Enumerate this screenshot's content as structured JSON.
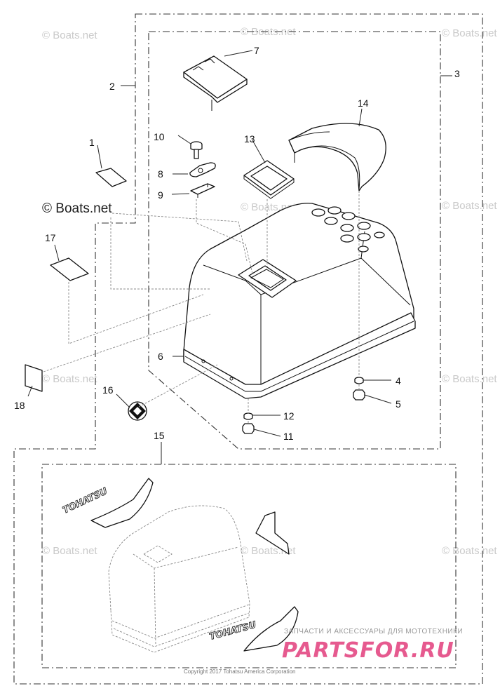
{
  "callouts": {
    "c1": "1",
    "c2": "2",
    "c3": "3",
    "c4": "4",
    "c5": "5",
    "c6": "6",
    "c7": "7",
    "c8": "8",
    "c9": "9",
    "c10": "10",
    "c11": "11",
    "c12": "12",
    "c13": "13",
    "c14": "14",
    "c15": "15",
    "c16": "16",
    "c17": "17",
    "c18": "18"
  },
  "watermarks": {
    "text": "© Boats.net",
    "prominent": "© Boats.net"
  },
  "decals": {
    "left_text": "TOHATSU",
    "right_text": "TOHATSU"
  },
  "copyright": "Copyright 2017 Tohatsu America Corporation",
  "brand": {
    "tagline": "ЗАПЧАСТИ И АКСЕССУАРЫ ДЛЯ МОТОТЕХНИКИ",
    "name": "PARTSFOR.RU",
    "color": "#e65a8f"
  }
}
